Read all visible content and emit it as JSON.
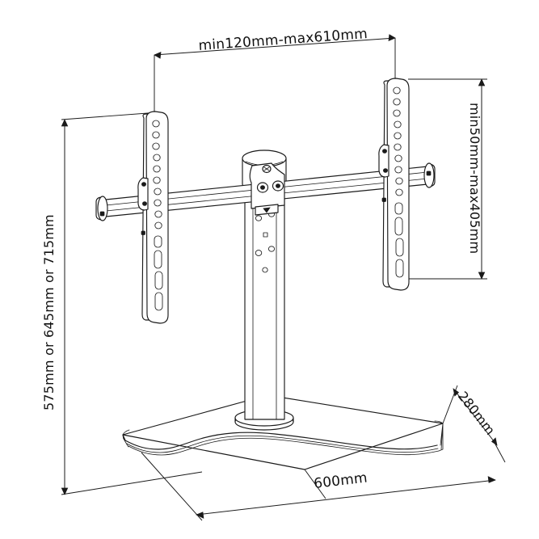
{
  "drawing": {
    "title": "TV stand technical dimension drawing",
    "subject": "tabletop-tv-stand",
    "background_color": "#ffffff",
    "line_color": "#1a1a1a",
    "dimensions": {
      "top_width": {
        "label": "min120mm-max610mm",
        "name": "bracket-spacing-dimension",
        "orientation": "horizontal",
        "position": "top"
      },
      "right_height": {
        "label": "min50mm-max405mm",
        "name": "bracket-height-dimension",
        "orientation": "vertical-rotated",
        "position": "right"
      },
      "left_height": {
        "label": "575mm or 645mm or 715mm",
        "name": "total-height-dimension",
        "orientation": "vertical-rotated",
        "position": "left"
      },
      "base_depth": {
        "label": "280mm",
        "name": "base-depth-dimension",
        "orientation": "diagonal",
        "position": "bottom-right"
      },
      "base_width": {
        "label": "600mm",
        "name": "base-width-dimension",
        "orientation": "horizontal",
        "position": "bottom"
      }
    },
    "parts": {
      "left_bracket": "vertical-mounting-bracket-left",
      "right_bracket": "vertical-mounting-bracket-right",
      "crossbar": "horizontal-crossbar",
      "column": "center-column-post",
      "clamp": "column-clamp-assembly",
      "base_plate": "base-plate"
    }
  }
}
